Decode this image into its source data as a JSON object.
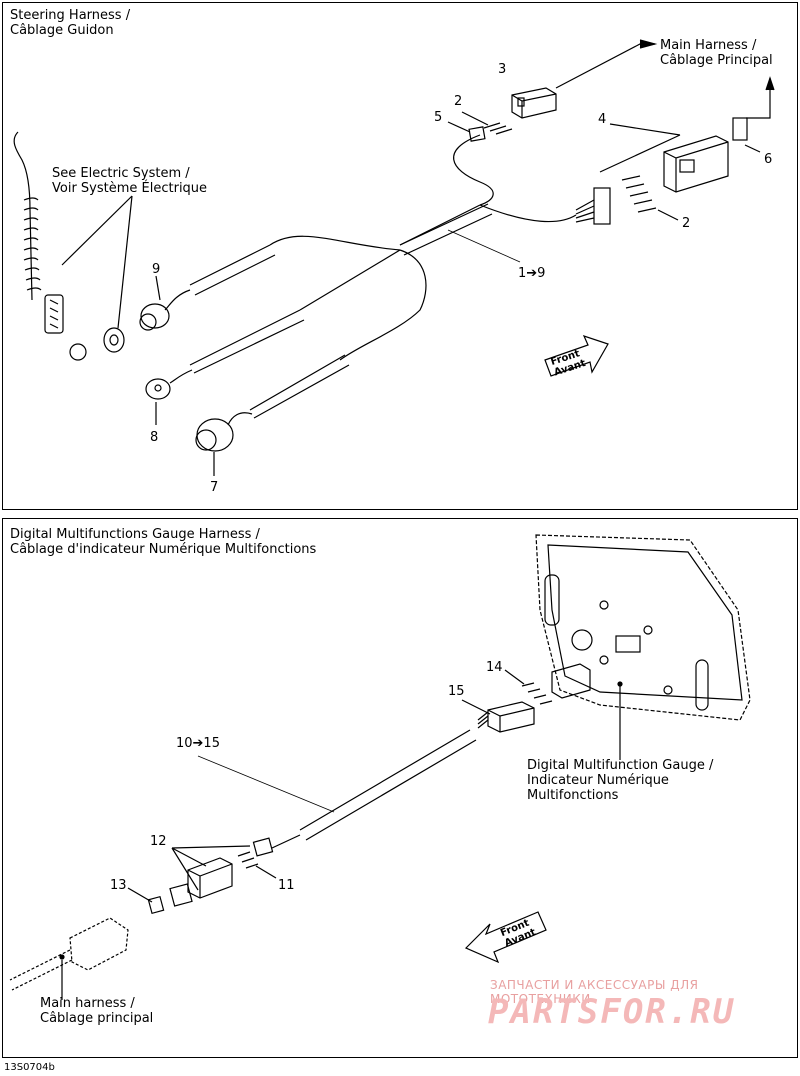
{
  "top_panel": {
    "title_line1": "Steering Harness /",
    "title_line2": "Câblage Guidon",
    "label_electric_line1": "See Electric System /",
    "label_electric_line2": "Voir Système Électrique",
    "label_main_line1": "Main Harness  /",
    "label_main_line2": "Câblage Principal",
    "front_line1": "Front",
    "front_line2": "Avant",
    "callouts": [
      "3",
      "2",
      "5",
      "4",
      "6",
      "2",
      "1➔9",
      "9",
      "8",
      "7"
    ]
  },
  "bottom_panel": {
    "title_line1": "Digital Multifunctions Gauge Harness /",
    "title_line2": "Câblage d'indicateur Numérique Multifonctions",
    "label_gauge_line1": "Digital Multifunction Gauge /",
    "label_gauge_line2": "Indicateur Numérique",
    "label_gauge_line3": "Multifonctions",
    "label_main_line1": "Main harness /",
    "label_main_line2": "Câblage principal",
    "front_line1": "Front",
    "front_line2": "Avant",
    "callouts": [
      "14",
      "15",
      "10➔15",
      "12",
      "13",
      "11"
    ]
  },
  "watermark": {
    "line1": "ЗАПЧАСТИ И АКСЕССУАРЫ ДЛЯ МОТОТЕХНИКИ",
    "line2": "PARTSFOR.RU"
  },
  "figure_code": "13S0704b"
}
